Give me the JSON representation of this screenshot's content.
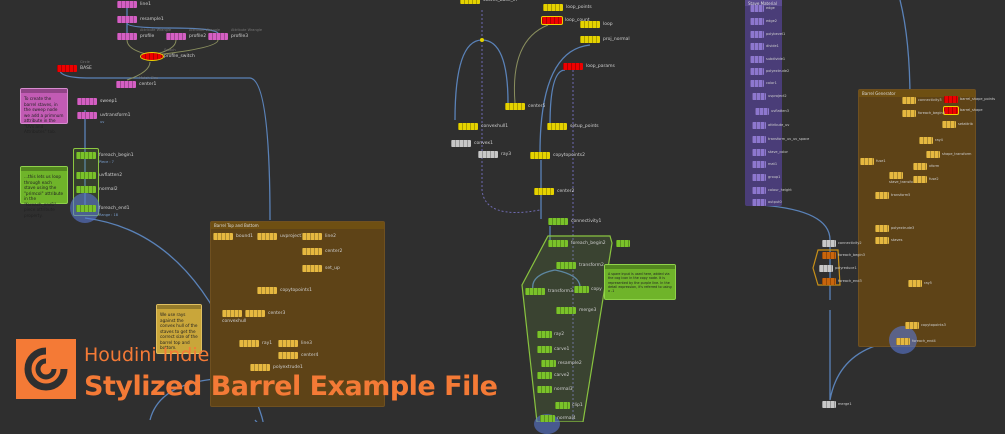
{
  "branding": {
    "product": "Houdini Indie",
    "title": "Stylized Barrel Example File",
    "accent": "#f47a36"
  },
  "frames": {
    "barrel_top_bottom": "Barrel Top and Bottom",
    "stave_material": "Stave Material",
    "barrel_generator": "Barrel Generator"
  },
  "notes": {
    "staves": "To create the barrel staves, in the sweep node we add a primnum attribute in the \"UVs and Attributes\" tab.",
    "loop": "...this lets us loop through each stave using the \"primcol\" attribute in the \"foreach_end1\" piece attribute property.",
    "rays": "We use rays against the convex hull of the staves to get the correct size of the barrel top and bottom.",
    "spare": "A spare input is used here, added via the cog icon in the copy node. It is represented by the purple line. In the detail expression, it's referred to using a -1"
  },
  "nodes": {
    "line1": "line1",
    "resample1": "resample1",
    "profile": "profile",
    "profile2": "profile2",
    "profile3": "profile3",
    "wrangle_sub": "Attribute Wrangle",
    "profile_switch": "profile_switch",
    "switch_sub": "Switch",
    "base": "BASE",
    "circle_sub": "Circle",
    "center1": "center1",
    "matchsize_sub": "Match Size",
    "sweep1": "sweep1",
    "uvtransform1": "uvtransform1",
    "uv": "uv",
    "foreach_begin1": "foreach_begin1",
    "piece7": "Piece : 7",
    "uvflatten2": "uvflatten2",
    "normal2": "normal2",
    "foreach_end1": "foreach_end1",
    "range18": "Range : 18",
    "bound1": "bound1",
    "uvproject1": "uvproject1",
    "line2": "line2",
    "center2": "center2",
    "set_up": "set_up",
    "copytopoints1": "copytopoints1",
    "convexhull": "convexhull",
    "center3": "center3",
    "ray1": "ray1",
    "line3": "line3",
    "center4": "center4",
    "polyextrude1": "polyextrude1",
    "staves_base_in": "staves_base_in",
    "loop_points": "loop_points",
    "loop_count": "loop_count",
    "loop": "loop",
    "proj_normal": "proj_normal",
    "loop_params": "loop_params",
    "center5": "center5",
    "convexhull1": "convexhull1",
    "convex1": "convex1",
    "ray3": "ray3",
    "setup_points": "setup_points",
    "copytopoints2": "copytopoints2",
    "center6": "center2",
    "connectivity1": "connectivity1",
    "foreach_begin2": "foreach_begin2",
    "transform2": "transform2",
    "transform3": "transform3",
    "copy": "copy",
    "merge3": "merge3",
    "ray2": "ray2",
    "carve1": "carve1",
    "resample2": "resample2",
    "carve2": "carve2",
    "normal3": "normal3",
    "clip1": "clip1",
    "normal4": "normal4",
    "edge": "edge",
    "edge2": "edge2",
    "polybevel1": "polybevel1",
    "divide1": "divide1",
    "subdivide1": "subdivide1",
    "polyextrude2": "polyextrude2",
    "color1": "color1",
    "uvproject2": "uvproject2",
    "uvflatten3": "uvflatten3",
    "attrib_uv": "attribute_uv",
    "transform_uv": "transform_uv_uv_space",
    "stave_color": "stave_color",
    "mat1": "mat1",
    "group1": "group1",
    "colour_height": "colour_height",
    "output0": "output0",
    "connectivity2": "connectivity2",
    "foreach_begin3": "foreach_begin3",
    "foreach_end3": "foreach_end3",
    "polyreduce1": "polyreduce1",
    "merge1": "merge1",
    "barrel_shape_points": "barrel_shape_points",
    "barrel_shape": "barrel_shape",
    "connectivity3": "connectivity3",
    "foreach_begin4": "foreach_begin4",
    "setattrib": "setattrib",
    "ray4": "ray4",
    "shape_transform": "shape_transform",
    "fuse1": "fuse1",
    "xform": "xform",
    "stave_transform": "stave_transform",
    "fuse2": "fuse2",
    "transform5": "transform5",
    "polyextrude3": "polyextrude3",
    "staves": "staves",
    "ray5": "ray5",
    "copytopoints3": "copytopoints3",
    "foreach_end4": "foreach_end4"
  }
}
